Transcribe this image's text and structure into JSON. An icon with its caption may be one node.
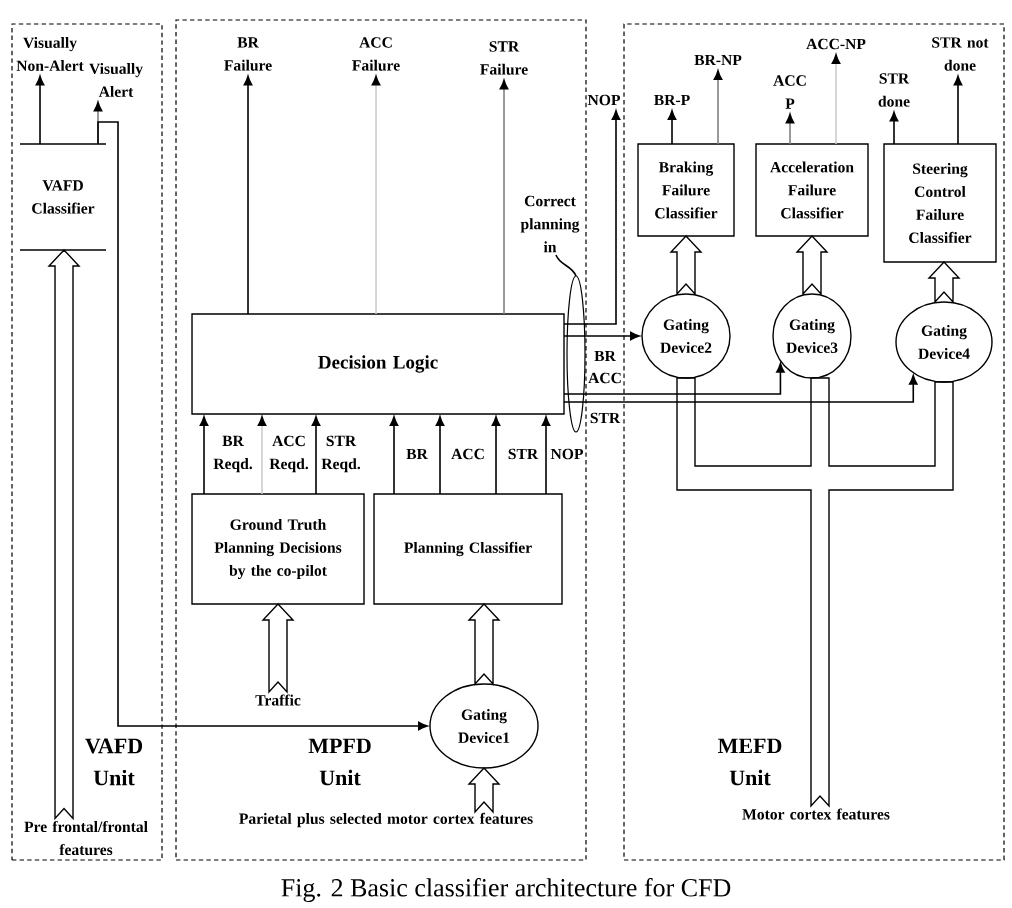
{
  "diagram": {
    "caption": "Fig. 2 Basic classifier architecture for CFD",
    "nodes": [
      {
        "text": [
          "VAFD Unit"
        ]
      },
      {
        "text": [
          "Visually Non-Alert"
        ],
        "in": 0
      },
      {
        "text": [
          "Visually Alert"
        ],
        "in": 0
      },
      {
        "text": [
          "VAFD Classifier"
        ],
        "in": 0
      },
      {
        "text": [
          "Pre frontal/frontal features"
        ],
        "in": 0
      },
      {
        "text": [
          "MPFD Unit"
        ]
      },
      {
        "text": [
          "BR Failure"
        ],
        "in": 5
      },
      {
        "text": [
          "ACC Failure"
        ],
        "in": 5
      },
      {
        "text": [
          "STR Failure"
        ],
        "in": 5
      },
      {
        "text": [
          "Correct planning in"
        ],
        "in": 5
      },
      {
        "text": [
          "Decision Logic"
        ],
        "in": 5
      },
      {
        "text": [],
        "shape": "ellipse",
        "in": 5
      },
      {
        "text": [
          "Ground Truth Planning Decisions by the co-pilot"
        ],
        "in": 5
      },
      {
        "text": [
          "Planning Classifier"
        ],
        "in": 5
      },
      {
        "text": [
          "Traffic"
        ],
        "in": 5
      },
      {
        "text": [
          "Gating Device1"
        ],
        "in": 5
      },
      {
        "text": [
          "Parietal plus selected motor cortex features"
        ],
        "in": 5
      },
      {
        "text": [
          "NOP"
        ]
      },
      {
        "text": [
          "MEFD Unit"
        ]
      },
      {
        "text": [
          "BR-NP"
        ],
        "in": 18
      },
      {
        "text": [
          "BR-P"
        ],
        "in": 18
      },
      {
        "text": [
          "ACC-NP"
        ],
        "in": 18
      },
      {
        "text": [
          "ACC P"
        ],
        "in": 18
      },
      {
        "text": [
          "STR done"
        ],
        "in": 18
      },
      {
        "text": [
          "STR not done"
        ],
        "in": 18
      },
      {
        "text": [
          "Braking Failure Classifier"
        ],
        "in": 18
      },
      {
        "text": [
          "Acceleration Failure Classifier"
        ],
        "in": 18
      },
      {
        "text": [
          "Steering Control Failure Classifier"
        ],
        "in": 18
      },
      {
        "text": [
          "Gating Device2"
        ],
        "in": 18
      },
      {
        "text": [
          "Gating Device3"
        ],
        "in": 18
      },
      {
        "text": [
          "Gating Device4"
        ],
        "in": 18
      },
      {
        "text": [
          "Motor cortex features"
        ],
        "in": 18
      }
    ],
    "edges": [
      {
        "from": 3,
        "to": 1,
        "arrow": "to"
      },
      {
        "from": 3,
        "to": 2,
        "arrow": "to",
        "color": "#808080"
      },
      {
        "from": 3,
        "to": 15,
        "arrow": "to"
      },
      {
        "from": 4,
        "to": 3,
        "arrow": "to",
        "style": "thick"
      },
      {
        "from": 10,
        "to": 6,
        "arrow": "to"
      },
      {
        "from": 10,
        "to": 7,
        "arrow": "to",
        "color": "#cccccc"
      },
      {
        "from": 10,
        "to": 8,
        "arrow": "to",
        "color": "#808080"
      },
      {
        "from": 9,
        "to": 11,
        "arrow": "none"
      },
      {
        "from": 12,
        "to": 10,
        "label": "BR Reqd.",
        "arrow": "to"
      },
      {
        "from": 12,
        "to": 10,
        "label": "ACC Reqd.",
        "arrow": "to",
        "color": "#cccccc"
      },
      {
        "from": 12,
        "to": 10,
        "label": "STR Reqd.",
        "arrow": "to"
      },
      {
        "from": 13,
        "to": 10,
        "label": "BR",
        "arrow": "to"
      },
      {
        "from": 13,
        "to": 10,
        "label": "ACC",
        "arrow": "to"
      },
      {
        "from": 13,
        "to": 10,
        "label": "STR",
        "arrow": "to"
      },
      {
        "from": 13,
        "to": 10,
        "label": "NOP",
        "arrow": "to"
      },
      {
        "from": 14,
        "to": 12,
        "arrow": "to",
        "style": "thick"
      },
      {
        "from": 15,
        "to": 13,
        "arrow": "to",
        "style": "thick"
      },
      {
        "from": 16,
        "to": 15,
        "arrow": "to",
        "style": "thick"
      },
      {
        "from": 10,
        "to": 17,
        "arrow": "to"
      },
      {
        "from": 10,
        "to": 28,
        "label": "BR",
        "arrow": "to"
      },
      {
        "from": 10,
        "to": 29,
        "label": "ACC",
        "arrow": "to"
      },
      {
        "from": 10,
        "to": 30,
        "label": "STR",
        "arrow": "to"
      },
      {
        "from": 25,
        "to": 20,
        "arrow": "to"
      },
      {
        "from": 25,
        "to": 19,
        "arrow": "to",
        "color": "#808080"
      },
      {
        "from": 26,
        "to": 22,
        "arrow": "to",
        "color": "#808080"
      },
      {
        "from": 26,
        "to": 21,
        "arrow": "to",
        "color": "#cccccc"
      },
      {
        "from": 27,
        "to": 23,
        "arrow": "to"
      },
      {
        "from": 27,
        "to": 24,
        "arrow": "to"
      },
      {
        "from": 28,
        "to": 25,
        "arrow": "to",
        "style": "thick"
      },
      {
        "from": 29,
        "to": 26,
        "arrow": "to",
        "style": "thick"
      },
      {
        "from": 30,
        "to": 27,
        "arrow": "to",
        "style": "thick"
      },
      {
        "from": 31,
        "to": 28,
        "arrow": "none",
        "style": "thick"
      },
      {
        "from": 31,
        "to": 29,
        "arrow": "none",
        "style": "thick"
      },
      {
        "from": 31,
        "to": 30,
        "arrow": "none",
        "style": "thick"
      }
    ]
  }
}
